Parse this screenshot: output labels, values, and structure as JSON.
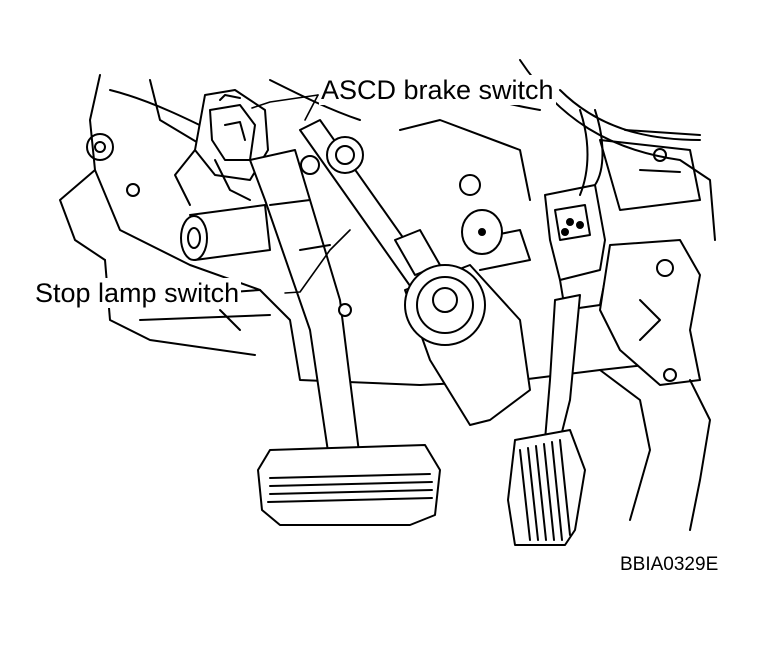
{
  "labels": {
    "ascd_brake_switch": "ASCD brake switch",
    "stop_lamp_switch": "Stop lamp switch"
  },
  "figure_code": "BBIA0329E",
  "colors": {
    "line": "#000000",
    "background": "#ffffff",
    "shade": "#d8d8d8"
  }
}
